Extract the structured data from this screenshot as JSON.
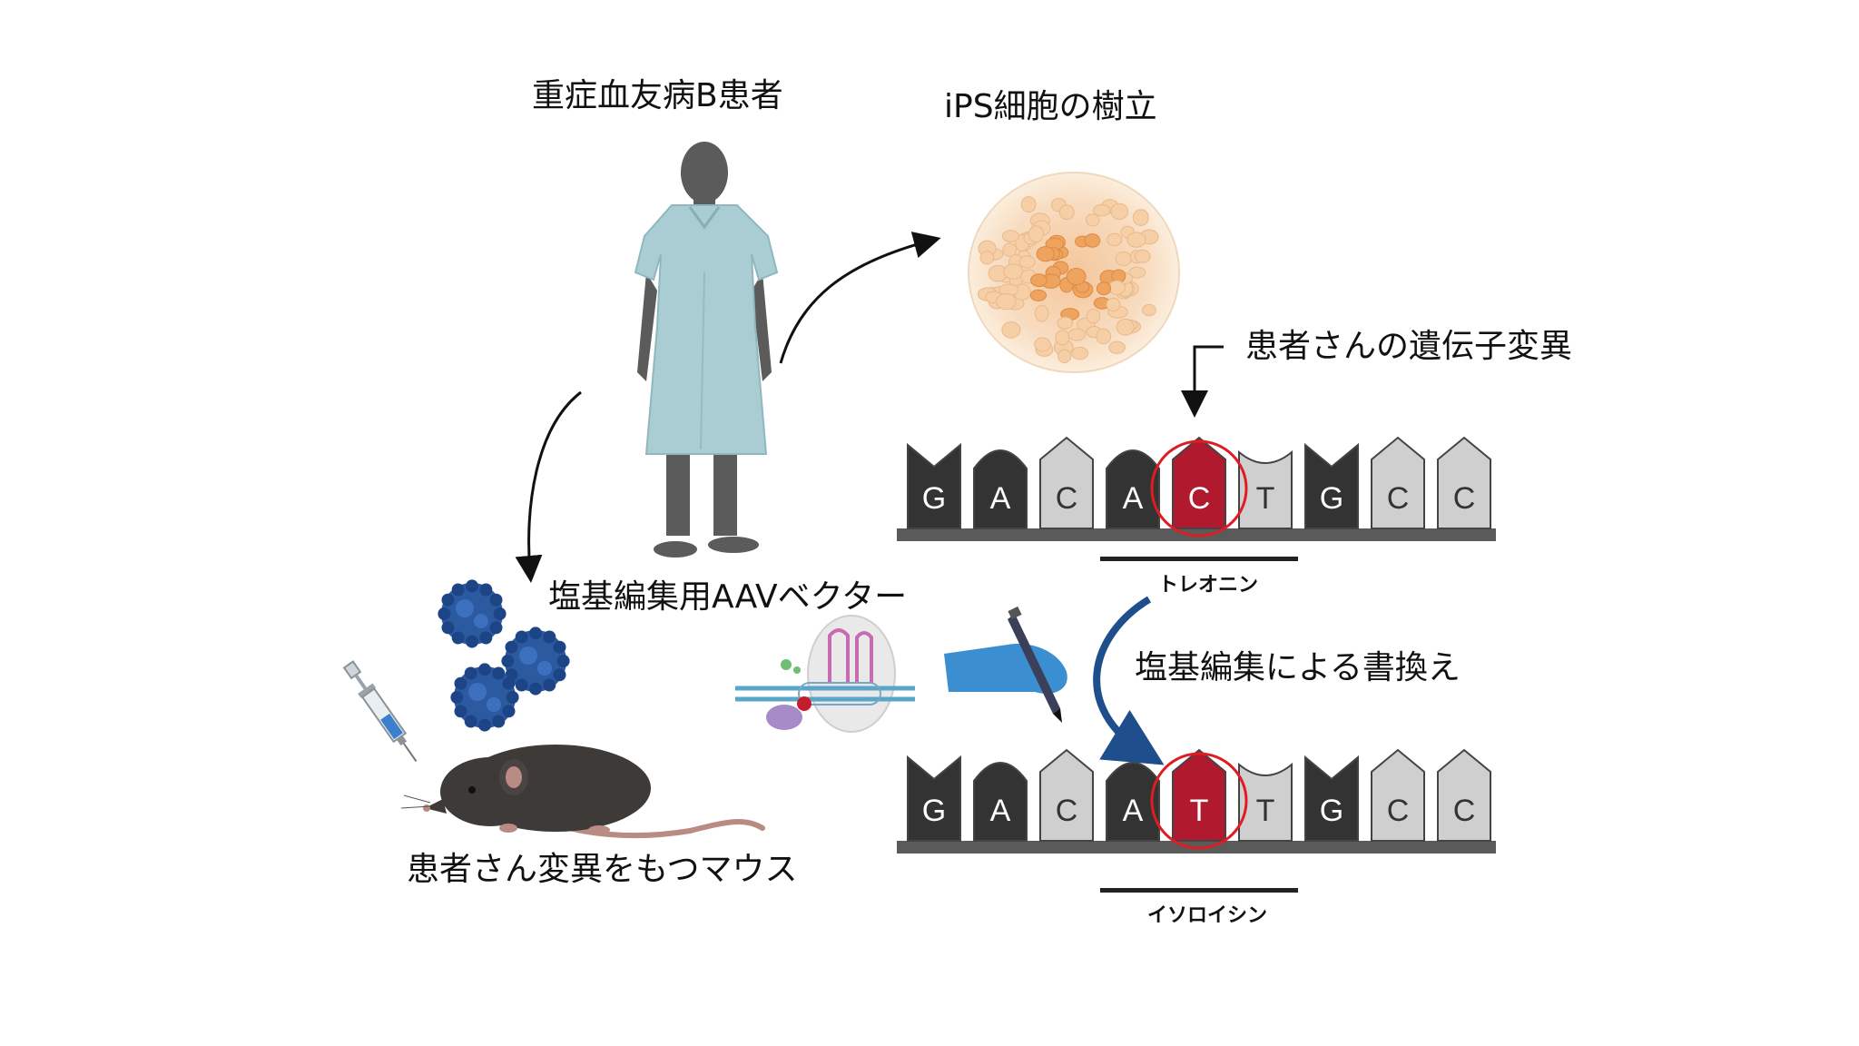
{
  "labels": {
    "patient": "重症血友病B患者",
    "ips": "iPS細胞の樹立",
    "mutation": "患者さんの遺伝子変異",
    "aav": "塩基編集用AAVベクター",
    "editing": "塩基編集による書換え",
    "mouse": "患者さん変異をもつマウス",
    "aa_before": "トレオニン",
    "aa_after": "イソロイシン"
  },
  "dna_before": [
    "G",
    "A",
    "C",
    "A",
    "C",
    "T",
    "G",
    "C",
    "C"
  ],
  "dna_after": [
    "G",
    "A",
    "C",
    "A",
    "T",
    "T",
    "G",
    "C",
    "C"
  ],
  "highlight_index": 4,
  "colors": {
    "purine": "#333333",
    "pyrimidine": "#cfcfcf",
    "highlight": "#b11a2e",
    "circle": "#e01b24",
    "gown": "#a9cdd2",
    "skin": "#5b5b5b",
    "virus": "#2c5aa0",
    "arrow_blue": "#1f4e8c",
    "glove": "#3b8fd0",
    "mouse": "#3d3a38"
  },
  "icons": [
    "patient-figure",
    "ips-cell-colony",
    "aav-virus-icon",
    "syringe-icon",
    "mouse-icon",
    "base-editor-icon",
    "pen-hand-icon"
  ]
}
